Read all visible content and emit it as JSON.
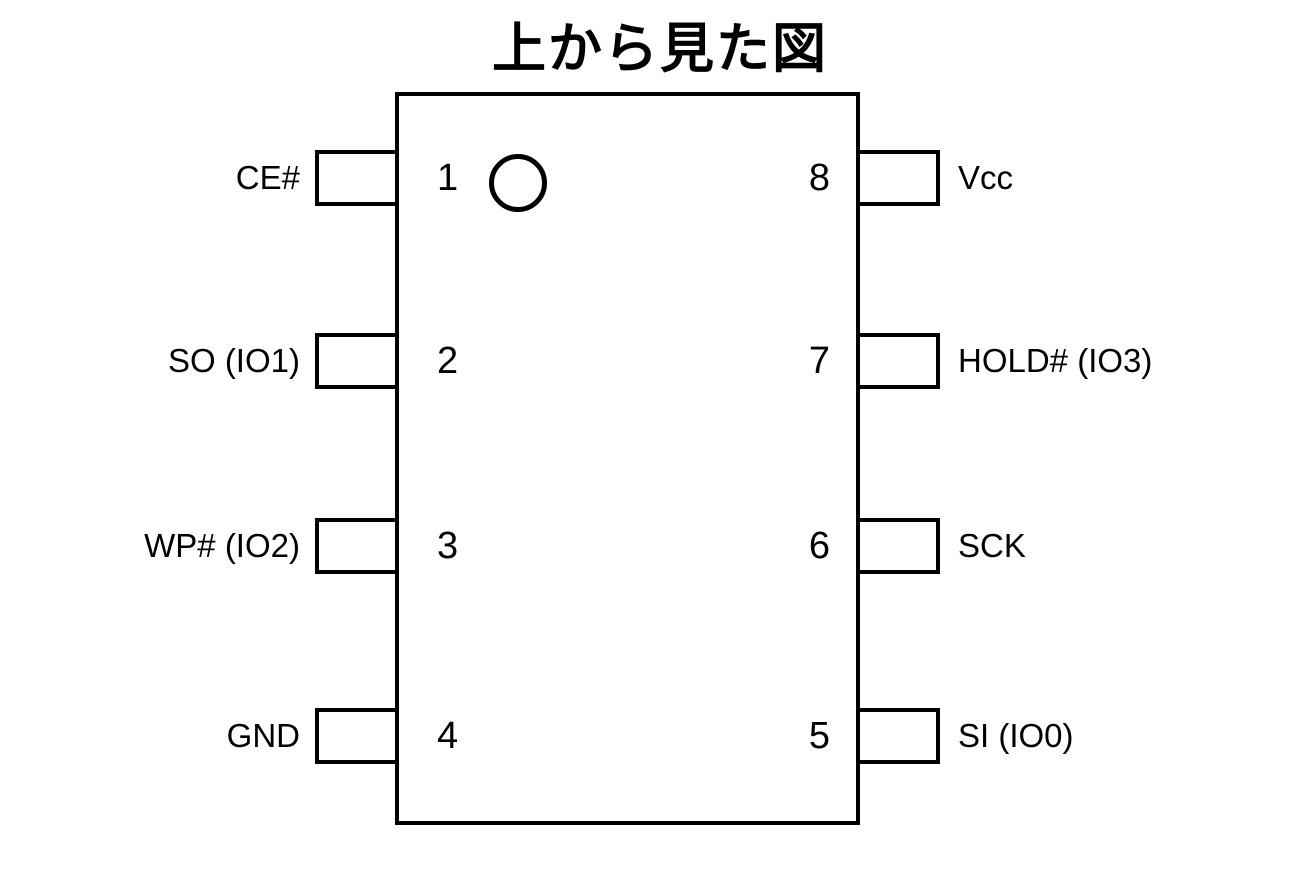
{
  "title": "上から見た図",
  "package": {
    "pin_count": 8,
    "view": "top"
  },
  "pins": {
    "left": [
      {
        "number": "1",
        "label": "CE#"
      },
      {
        "number": "2",
        "label": "SO (IO1)"
      },
      {
        "number": "3",
        "label": "WP# (IO2)"
      },
      {
        "number": "4",
        "label": "GND"
      }
    ],
    "right": [
      {
        "number": "8",
        "label": "Vcc"
      },
      {
        "number": "7",
        "label": "HOLD# (IO3)"
      },
      {
        "number": "6",
        "label": "SCK"
      },
      {
        "number": "5",
        "label": "SI (IO0)"
      }
    ]
  },
  "colors": {
    "line": "#000000",
    "background": "#ffffff"
  }
}
